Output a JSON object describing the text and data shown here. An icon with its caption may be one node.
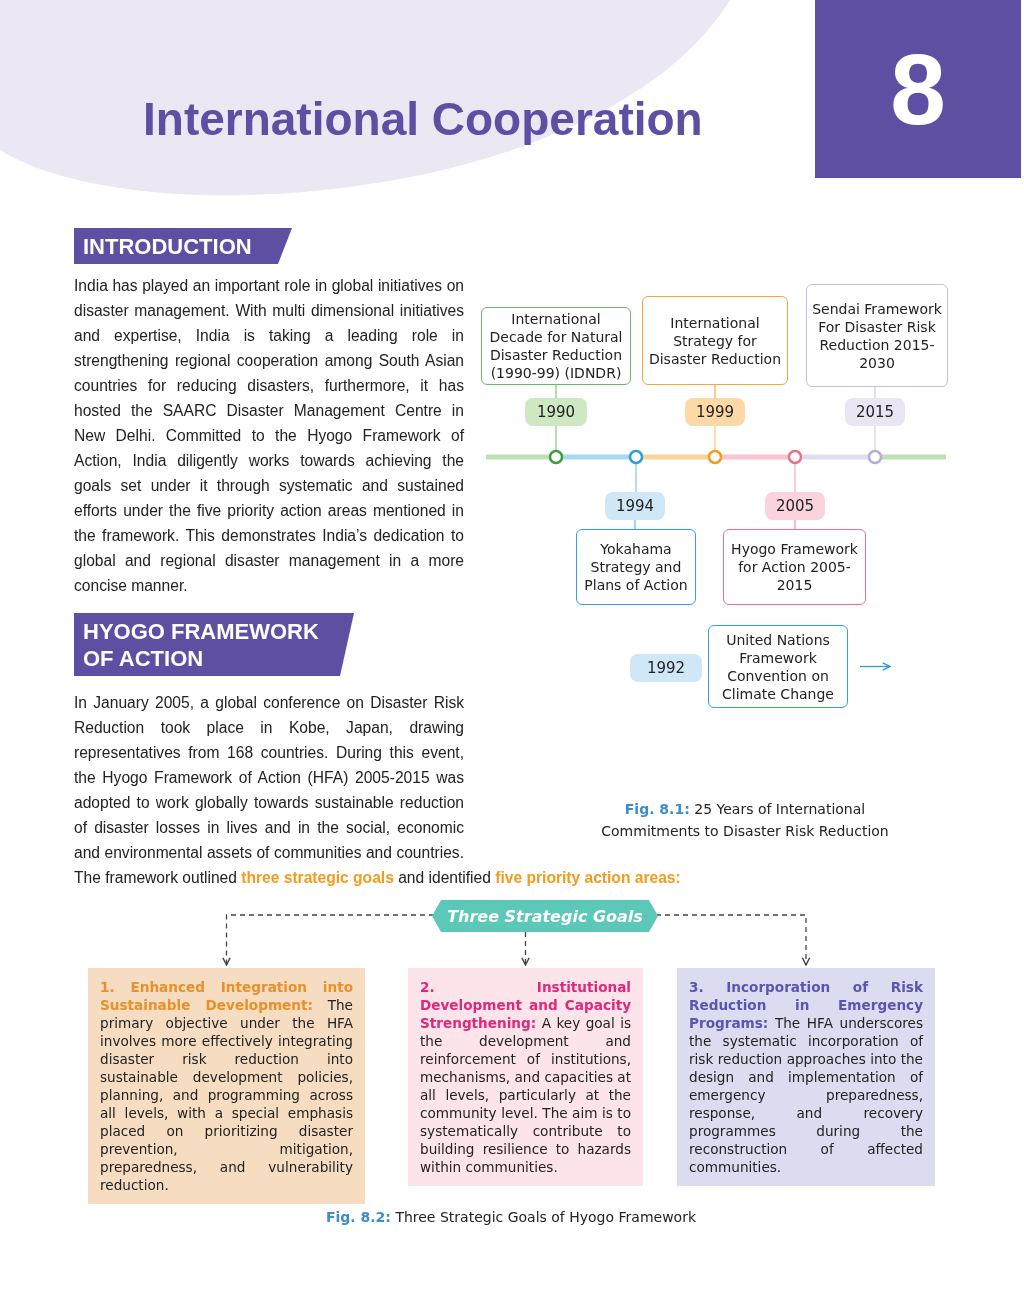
{
  "diagram": {
    "nodes": [
      {
        "text": [
          "International Decade for Natural Disaster Reduction (1990-99) (IDNDR)"
        ]
      },
      {
        "text": [
          "International Strategy for Disaster Reduction"
        ]
      },
      {
        "text": [
          "Sendai Framework For Disaster Risk Reduction 2015-2030"
        ]
      },
      {
        "text": [
          "1990"
        ]
      },
      {
        "text": [
          "1999"
        ]
      },
      {
        "text": [
          "2015"
        ]
      },
      {
        "text": [
          "1994"
        ]
      },
      {
        "text": [
          "2005"
        ]
      },
      {
        "text": [
          "Yokahama Strategy and Plans of Action"
        ]
      },
      {
        "text": [
          "Hyogo Framework for Action 2005-2015"
        ]
      },
      {
        "text": [
          "1992"
        ]
      },
      {
        "text": [
          "United Nations Framework Convention on Climate Change"
        ]
      },
      {
        "text": [
          "Three Strategic Goals"
        ]
      },
      {
        "text": [
          "**1. Enhanced Integration into Sustainable Development:** The primary objective under the HFA involves more effectively integrating disaster risk reduction into sustainable development policies, planning, and programming across all levels, with a special emphasis placed on prioritizing disaster prevention, mitigation, preparedness, and vulnerability reduction."
        ]
      },
      {
        "text": [
          "**2. Institutional Development and Capacity Strengthening:** A key goal is the development and reinforcement of institutions, mechanisms, and capacities at all levels, particularly at the community level. The aim is to systematically contribute to building resilience to hazards within communities."
        ]
      },
      {
        "text": [
          "**3. Incorporation of Risk Reduction in Emergency Programs:** The HFA underscores the systematic incorporation of risk reduction approaches into the design and implementation of emergency preparedness, response, and recovery programmes during the reconstruction of affected communities."
        ]
      }
    ],
    "edges": [
      {
        "from": 3,
        "to": 0,
        "arrow": "none",
        "color": "#8cc97a"
      },
      {
        "from": 4,
        "to": 1,
        "arrow": "none",
        "color": "#f6b45a"
      },
      {
        "from": 5,
        "to": 2,
        "arrow": "none",
        "color": "#d6d0ea"
      },
      {
        "from": 6,
        "to": 8,
        "arrow": "none",
        "color": "#6fbde6"
      },
      {
        "from": 7,
        "to": 9,
        "arrow": "none",
        "color": "#f09ab0"
      },
      {
        "from": 11,
        "to": null,
        "arrow": "to",
        "color": "#2a9fd8"
      },
      {
        "from": 12,
        "to": 13,
        "arrow": "to",
        "style": "dashed"
      },
      {
        "from": 12,
        "to": 14,
        "arrow": "to",
        "style": "dashed"
      },
      {
        "from": 12,
        "to": 15,
        "arrow": "to",
        "style": "dashed"
      }
    ],
    "labels": [
      "International Cooperation",
      "8",
      "INTRODUCTION",
      "India has played an important role in global initiatives on disaster management. With multi dimensional initiatives and expertise, India is taking a leading role in strengthening regional cooperation among South Asian countries for reducing disasters, furthermore, it has hosted the SAARC Disaster Management Centre in New Delhi. Committed to the Hyogo Framework of Action, India diligently works towards achieving the goals set under it through systematic and sustained efforts under the five priority action areas mentioned in the framework. This demonstrates India’s dedication to global and regional disaster management in a more concise manner.",
      "HYOGO FRAMEWORK OF ACTION",
      "In January 2005, a global conference on Disaster Risk Reduction took place in Kobe, Japan, drawing representatives from 168 countries. During this event, the Hyogo Framework of Action (HFA) 2005-2015 was adopted to work globally towards sustainable reduction of disaster losses in lives and in the social, economic and environmental assets of communities and countries. The framework outlined **three strategic goals** and identified **five priority action areas:**",
      "**Fig. 8.1:** 25 Years of International Commitments to Disaster Risk Reduction",
      "**Fig. 8.2:** Three Strategic Goals of Hyogo Framework"
    ]
  }
}
